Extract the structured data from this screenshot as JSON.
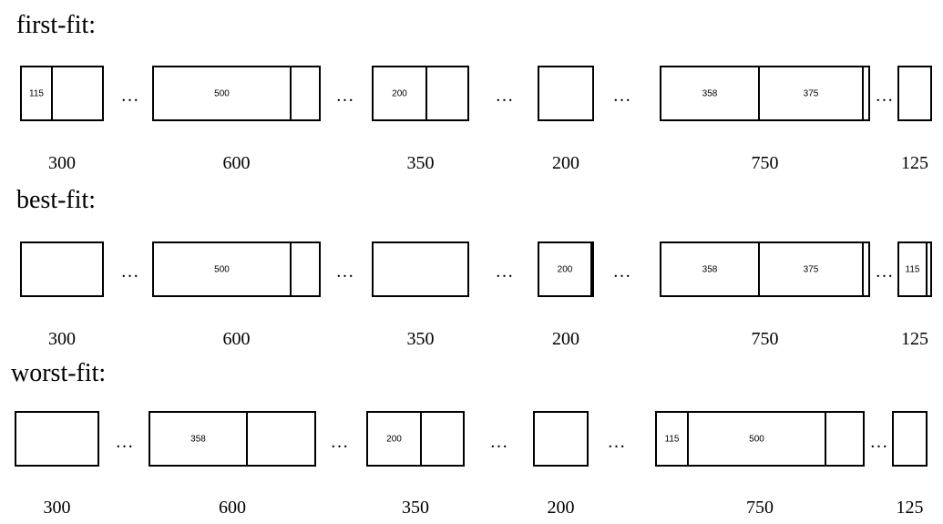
{
  "sections": [
    {
      "title": "first-fit:",
      "blocks": [
        {
          "capacity": "300",
          "allocations": [
            "115"
          ]
        },
        {
          "capacity": "600",
          "allocations": [
            "500"
          ]
        },
        {
          "capacity": "350",
          "allocations": [
            "200"
          ]
        },
        {
          "capacity": "200",
          "allocations": []
        },
        {
          "capacity": "750",
          "allocations": [
            "358",
            "375"
          ]
        },
        {
          "capacity": "125",
          "allocations": []
        }
      ]
    },
    {
      "title": "best-fit:",
      "blocks": [
        {
          "capacity": "300",
          "allocations": []
        },
        {
          "capacity": "600",
          "allocations": [
            "500"
          ]
        },
        {
          "capacity": "350",
          "allocations": []
        },
        {
          "capacity": "200",
          "allocations": [
            "200"
          ]
        },
        {
          "capacity": "750",
          "allocations": [
            "358",
            "375"
          ]
        },
        {
          "capacity": "125",
          "allocations": [
            "115"
          ]
        }
      ]
    },
    {
      "title": "worst-fit:",
      "blocks": [
        {
          "capacity": "300",
          "allocations": []
        },
        {
          "capacity": "600",
          "allocations": [
            "358"
          ]
        },
        {
          "capacity": "350",
          "allocations": [
            "200"
          ]
        },
        {
          "capacity": "200",
          "allocations": []
        },
        {
          "capacity": "750",
          "allocations": [
            "115",
            "500"
          ]
        },
        {
          "capacity": "125",
          "allocations": []
        }
      ]
    }
  ],
  "gap_marker": "…"
}
